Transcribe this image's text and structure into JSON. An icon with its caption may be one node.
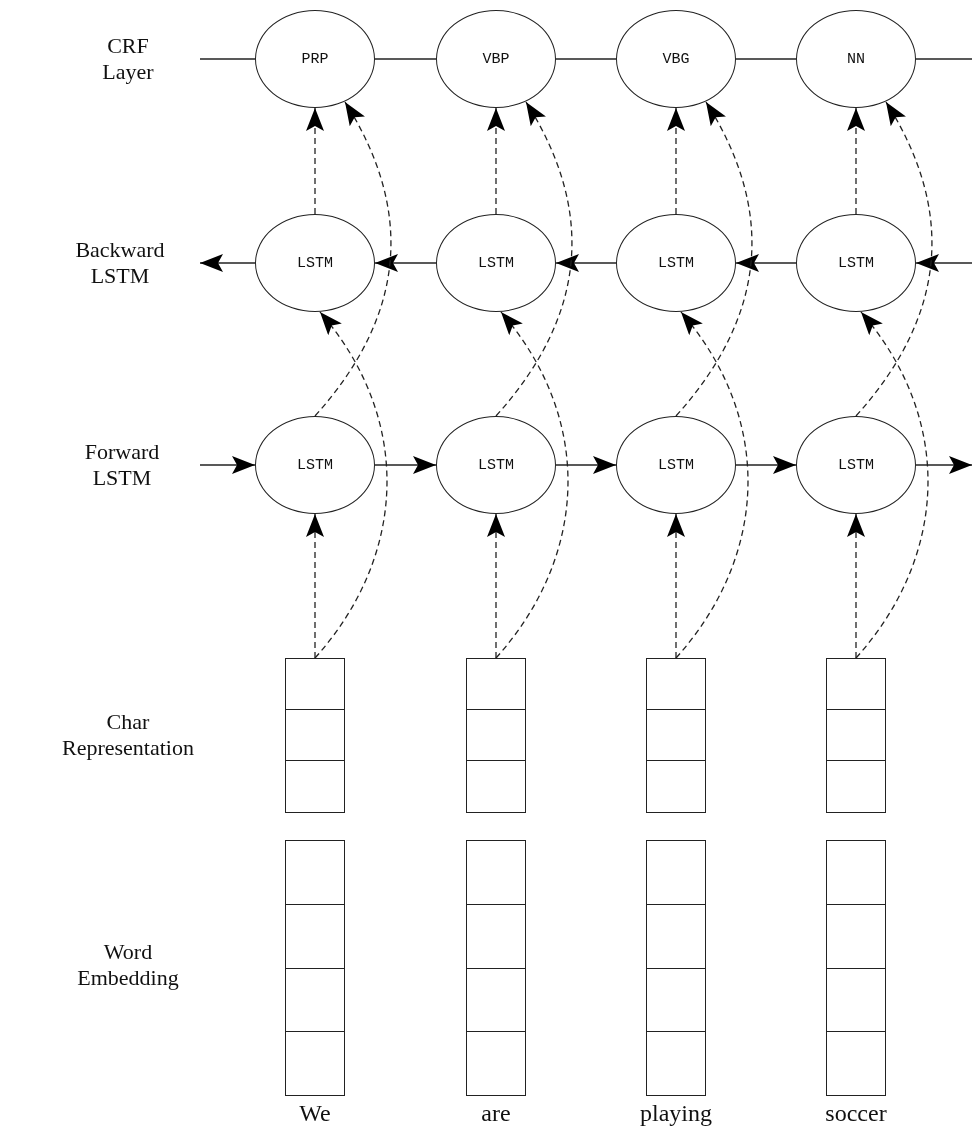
{
  "diagram": {
    "nodes": [
      {
        "text": [
          "PRP"
        ]
      },
      {
        "text": [
          "VBP"
        ]
      },
      {
        "text": [
          "VBG"
        ]
      },
      {
        "text": [
          "NN"
        ]
      },
      {
        "text": [
          "LSTM"
        ]
      },
      {
        "text": [
          "LSTM"
        ]
      },
      {
        "text": [
          "LSTM"
        ]
      },
      {
        "text": [
          "LSTM"
        ]
      },
      {
        "text": [
          "LSTM"
        ]
      },
      {
        "text": [
          "LSTM"
        ]
      },
      {
        "text": [
          "LSTM"
        ]
      },
      {
        "text": [
          "LSTM"
        ]
      },
      {
        "text": [],
        "shape": "box"
      },
      {
        "text": [],
        "shape": "box"
      },
      {
        "text": [],
        "shape": "box"
      },
      {
        "text": [],
        "shape": "box"
      },
      {
        "text": [],
        "shape": "box",
        "beside": [
          "We"
        ]
      },
      {
        "text": [],
        "shape": "box",
        "beside": [
          "are"
        ]
      },
      {
        "text": [],
        "shape": "box",
        "beside": [
          "playing"
        ]
      },
      {
        "text": [],
        "shape": "box",
        "beside": [
          "soccer"
        ]
      }
    ],
    "edges": [
      {
        "from": null,
        "to": 0,
        "arrow": "none"
      },
      {
        "from": 0,
        "to": 1,
        "arrow": "none"
      },
      {
        "from": 1,
        "to": 2,
        "arrow": "none"
      },
      {
        "from": 2,
        "to": 3,
        "arrow": "none"
      },
      {
        "from": 3,
        "to": null,
        "arrow": "none"
      },
      {
        "from": 4,
        "to": null,
        "arrow": "to"
      },
      {
        "from": 5,
        "to": 4,
        "arrow": "to"
      },
      {
        "from": 6,
        "to": 5,
        "arrow": "to"
      },
      {
        "from": 7,
        "to": 6,
        "arrow": "to"
      },
      {
        "from": null,
        "to": 7,
        "arrow": "to"
      },
      {
        "from": null,
        "to": 8,
        "arrow": "to"
      },
      {
        "from": 8,
        "to": 9,
        "arrow": "to"
      },
      {
        "from": 9,
        "to": 10,
        "arrow": "to"
      },
      {
        "from": 10,
        "to": 11,
        "arrow": "to"
      },
      {
        "from": 11,
        "to": null,
        "arrow": "to"
      },
      {
        "from": 4,
        "to": 0,
        "arrow": "to",
        "style": "dashed"
      },
      {
        "from": 8,
        "to": 0,
        "arrow": "to",
        "style": "dashed"
      },
      {
        "from": 12,
        "to": 8,
        "arrow": "to",
        "style": "dashed"
      },
      {
        "from": 12,
        "to": 4,
        "arrow": "to",
        "style": "dashed"
      },
      {
        "from": 5,
        "to": 1,
        "arrow": "to",
        "style": "dashed"
      },
      {
        "from": 9,
        "to": 1,
        "arrow": "to",
        "style": "dashed"
      },
      {
        "from": 13,
        "to": 9,
        "arrow": "to",
        "style": "dashed"
      },
      {
        "from": 13,
        "to": 5,
        "arrow": "to",
        "style": "dashed"
      },
      {
        "from": 6,
        "to": 2,
        "arrow": "to",
        "style": "dashed"
      },
      {
        "from": 10,
        "to": 2,
        "arrow": "to",
        "style": "dashed"
      },
      {
        "from": 14,
        "to": 10,
        "arrow": "to",
        "style": "dashed"
      },
      {
        "from": 14,
        "to": 6,
        "arrow": "to",
        "style": "dashed"
      },
      {
        "from": 7,
        "to": 3,
        "arrow": "to",
        "style": "dashed"
      },
      {
        "from": 11,
        "to": 3,
        "arrow": "to",
        "style": "dashed"
      },
      {
        "from": 15,
        "to": 11,
        "arrow": "to",
        "style": "dashed"
      },
      {
        "from": 15,
        "to": 7,
        "arrow": "to",
        "style": "dashed"
      }
    ],
    "labels": [
      "CRF Layer",
      "Backward LSTM",
      "Forward LSTM",
      "Char Representation",
      "Word Embedding"
    ]
  }
}
